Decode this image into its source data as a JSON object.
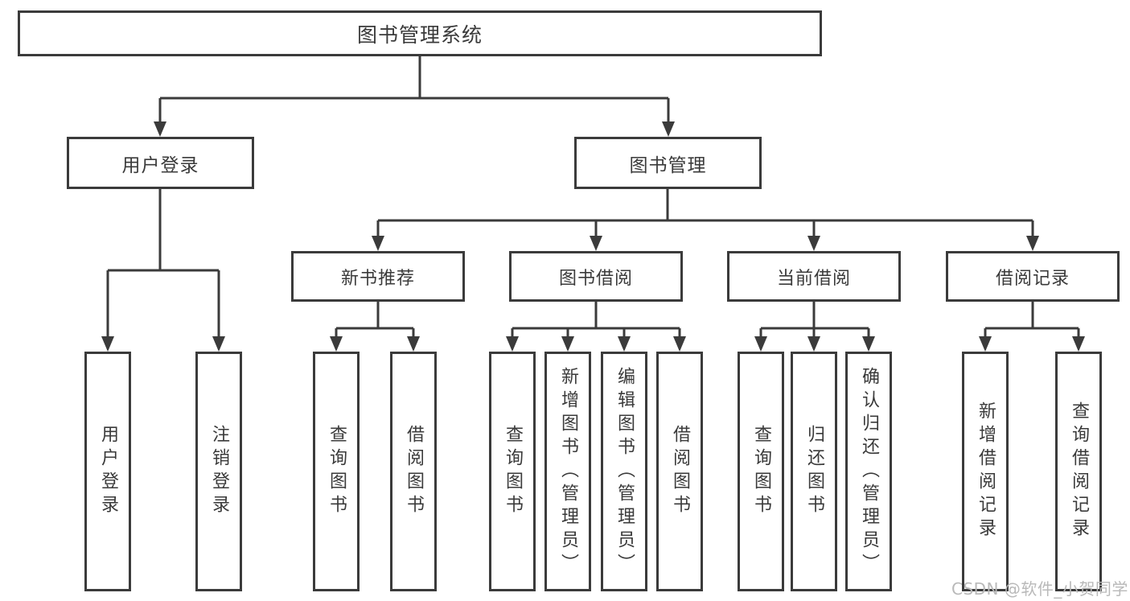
{
  "colors": {
    "line": "#3b3b3b",
    "text": "#3a3a3a",
    "background": "#ffffff",
    "watermark": "#b9b9b9"
  },
  "tree": {
    "root": {
      "label": "图书管理系统"
    },
    "branches": [
      {
        "label": "用户登录",
        "children": [
          "用户登录",
          "注销登录"
        ]
      },
      {
        "label": "图书管理",
        "groups": [
          {
            "label": "新书推荐",
            "children": [
              "查询图书",
              "借阅图书"
            ]
          },
          {
            "label": "图书借阅",
            "children": [
              "查询图书",
              "新增图书（管理员）",
              "编辑图书（管理员）",
              "借阅图书"
            ]
          },
          {
            "label": "当前借阅",
            "children": [
              "查询图书",
              "归还图书",
              "确认归还（管理员）"
            ]
          },
          {
            "label": "借阅记录",
            "children": [
              "新增借阅记录",
              "查询借阅记录"
            ]
          }
        ]
      }
    ]
  },
  "watermark": {
    "text": "CSDN @软件_小贺同学"
  }
}
